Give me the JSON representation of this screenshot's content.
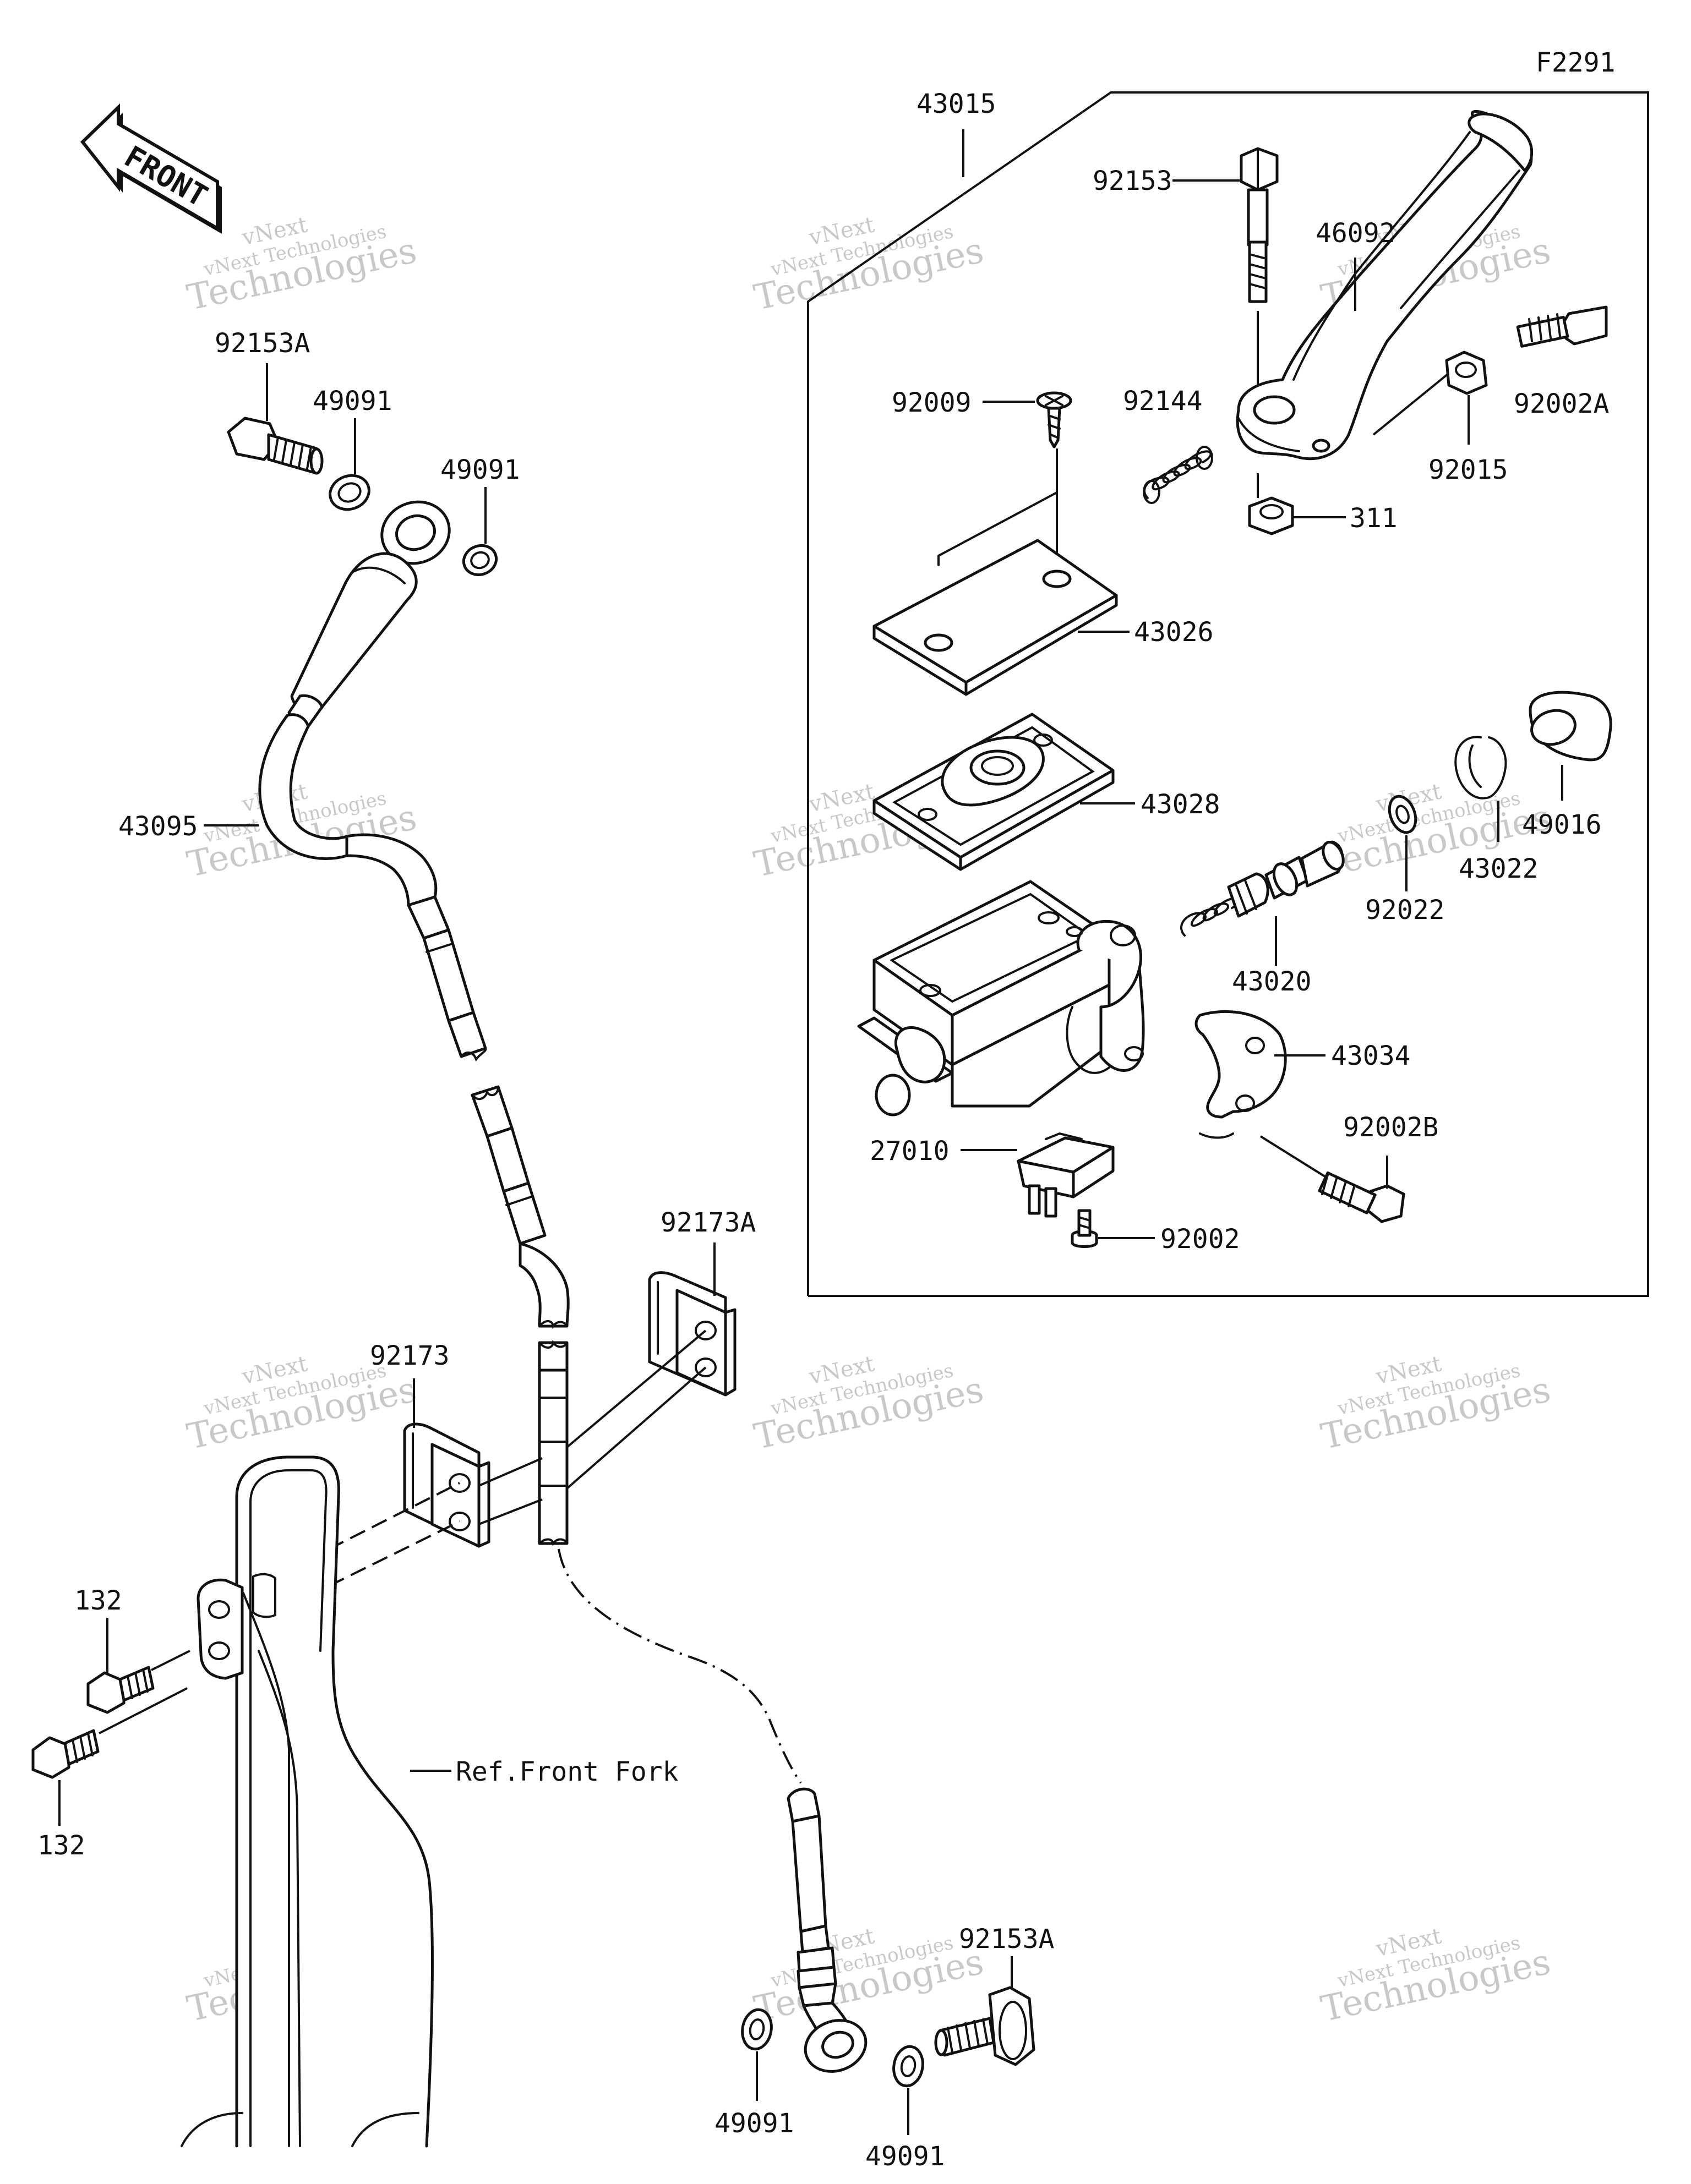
{
  "diagram": {
    "figure_code": "F2291",
    "front_label": "FRONT",
    "ref_label": "Ref.Front Fork",
    "watermark": {
      "brand": "vNext",
      "line1": "vNext Technologies",
      "line2": "Technologies"
    },
    "callouts": {
      "c43015": "43015",
      "c92153": "92153",
      "c46092": "46092",
      "c92002A": "92002A",
      "c92009": "92009",
      "c92144": "92144",
      "c92015": "92015",
      "c311": "311",
      "c43026": "43026",
      "c43028": "43028",
      "c49016": "49016",
      "c43022": "43022",
      "c92022": "92022",
      "c43020": "43020",
      "c43034": "43034",
      "c92002B": "92002B",
      "c27010": "27010",
      "c92002": "92002",
      "c92153A_top": "92153A",
      "c49091_a": "49091",
      "c49091_b": "49091",
      "c43095": "43095",
      "c92173A": "92173A",
      "c92173": "92173",
      "c132_a": "132",
      "c132_b": "132",
      "c49091_c": "49091",
      "c49091_d": "49091",
      "c92153A_bottom": "92153A"
    }
  }
}
